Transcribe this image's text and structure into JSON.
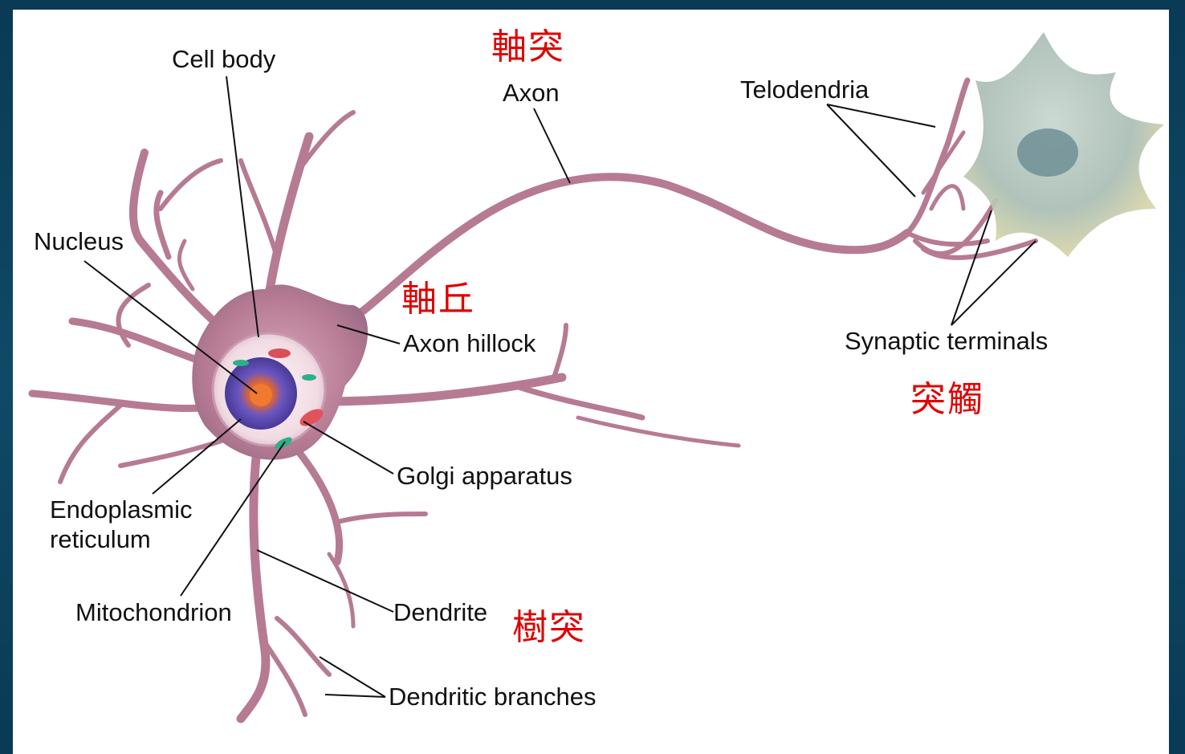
{
  "labels": {
    "cell_body": "Cell body",
    "axon": "Axon",
    "telodendria": "Telodendria",
    "nucleus": "Nucleus",
    "axon_hillock": "Axon hillock",
    "synaptic_terminals": "Synaptic terminals",
    "golgi_apparatus": "Golgi apparatus",
    "endoplasmic_reticulum_1": "Endoplasmic",
    "endoplasmic_reticulum_2": "reticulum",
    "mitochondrion": "Mitochondrion",
    "dendrite": "Dendrite",
    "dendritic_branches": "Dendritic branches"
  },
  "annotations_zh": {
    "axon": "軸突",
    "axon_hillock": "軸丘",
    "synapse": "突觸",
    "dendrite": "樹突"
  },
  "colors": {
    "annotation": "#e00000",
    "neuron_body": "#b67b93",
    "target_cell": "#9fb5ad",
    "nucleus": "#6a4fb0",
    "frame": "#0d3b52"
  }
}
